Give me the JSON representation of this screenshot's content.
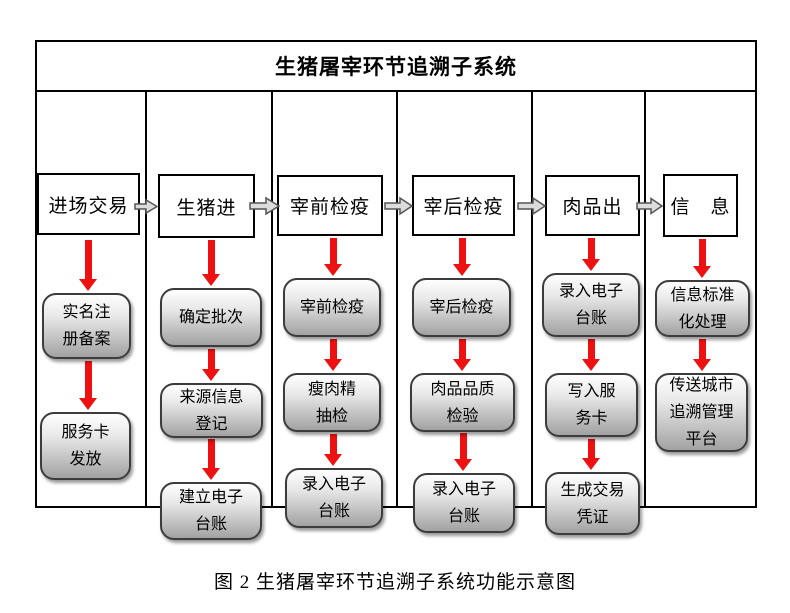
{
  "diagram": {
    "title": "生猪屠宰环节追溯子系统",
    "caption": "图 2 生猪屠宰环节追溯子系统功能示意图"
  },
  "columns": [
    {
      "header": "进场交易",
      "steps": [
        "实名注\n册备案",
        "服务卡\n发放"
      ]
    },
    {
      "header": "生猪进",
      "steps": [
        "确定批次",
        "来源信息\n登记",
        "建立电子\n台账"
      ]
    },
    {
      "header": "宰前检疫",
      "steps": [
        "宰前检疫",
        "瘦肉精\n抽检",
        "录入电子\n台账"
      ]
    },
    {
      "header": "宰后检疫",
      "steps": [
        "宰后检疫",
        "肉品品质\n检验",
        "录入电子\n台账"
      ]
    },
    {
      "header": "肉品出",
      "steps": [
        "录入电子\n台账",
        "写入服\n务卡",
        "生成交易\n凭证"
      ]
    },
    {
      "header": "信　息",
      "steps": [
        "信息标准\n化处理",
        "传送城市\n追溯管理\n平台"
      ]
    }
  ],
  "colors": {
    "arrow_red": "#ee1111",
    "flow_arrow_fill": "#dcdcdc",
    "flow_arrow_stroke": "#555555",
    "node_gradient_top": "#fefefe",
    "node_gradient_bottom": "#a2a2a2",
    "border_black": "#000000"
  }
}
